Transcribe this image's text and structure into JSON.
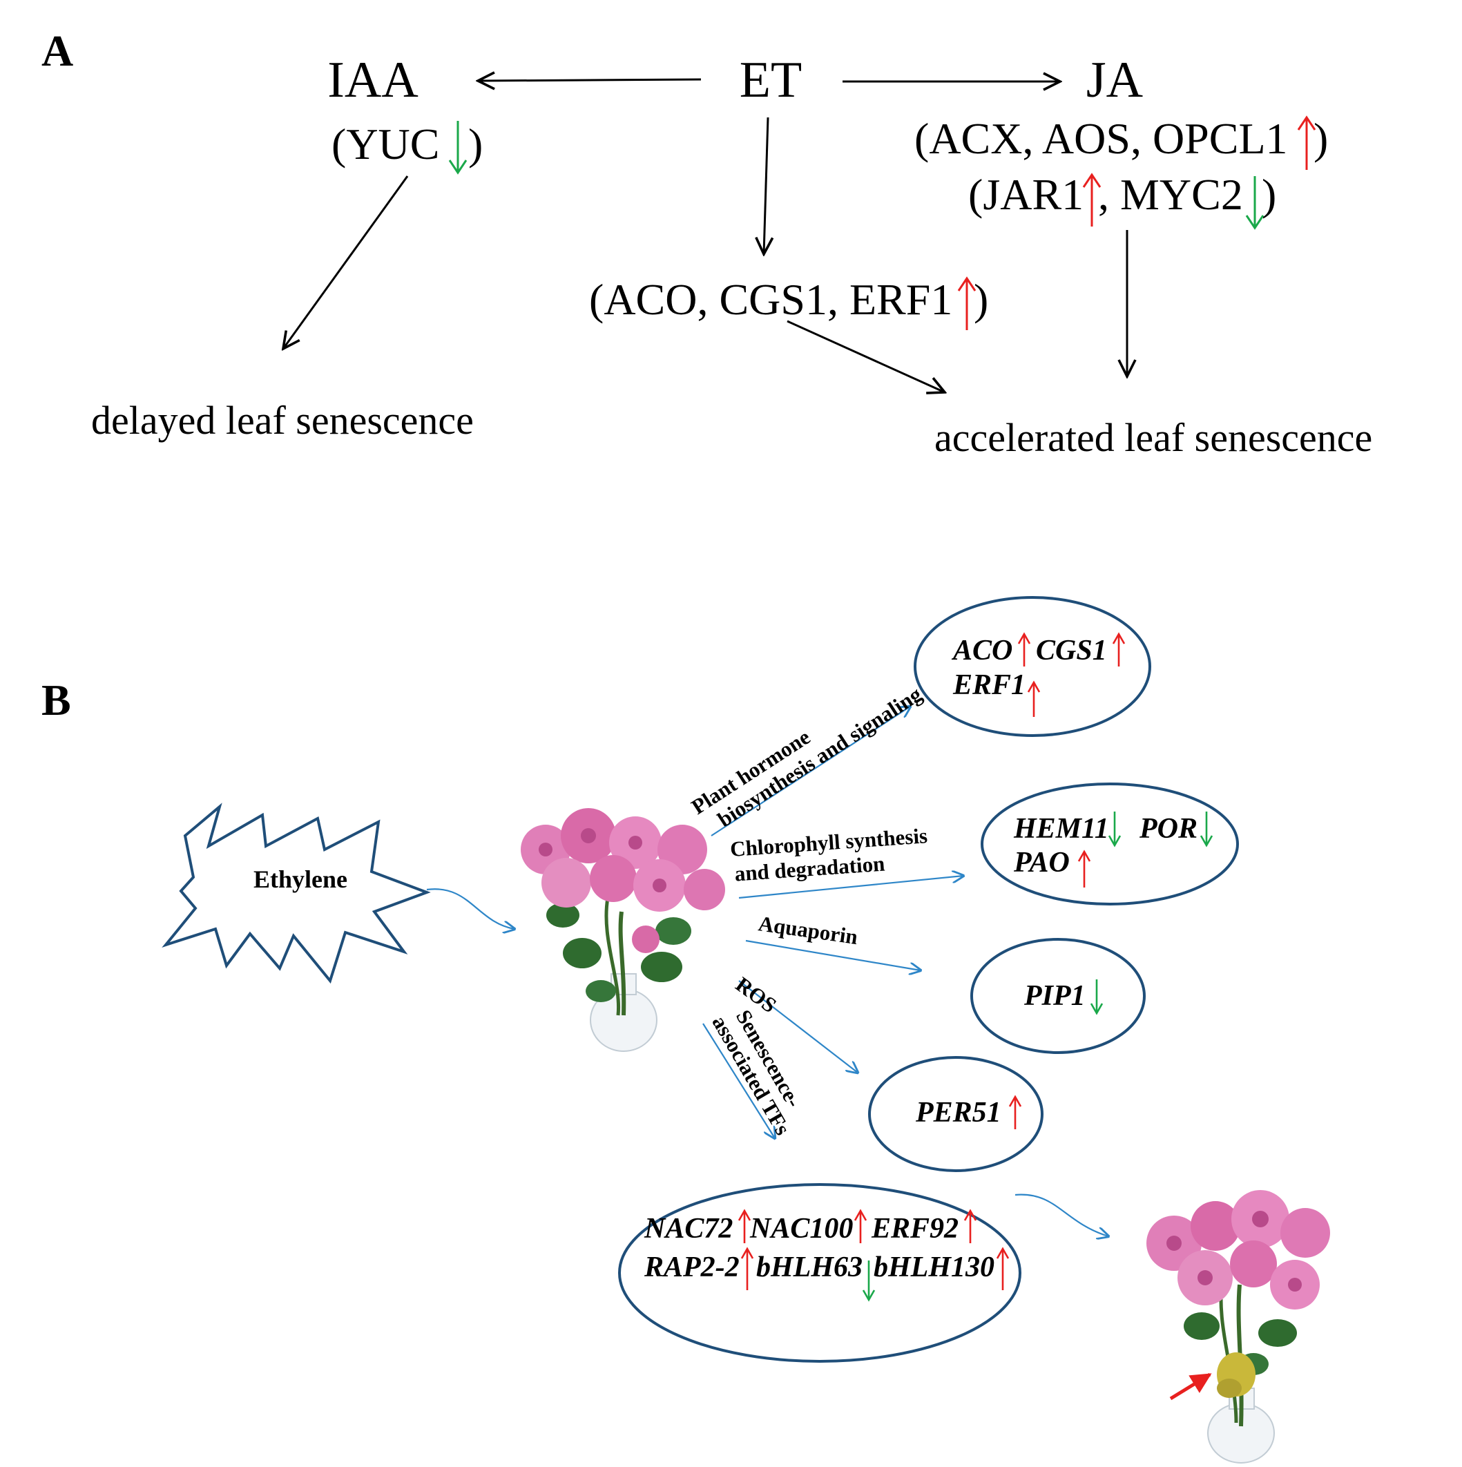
{
  "panel_a": {
    "label": "A",
    "hormones": {
      "iaa": "IAA",
      "et": "ET",
      "ja": "JA"
    },
    "iaa_genes": {
      "open": "(YUC",
      "close": ")"
    },
    "et_genes": {
      "open": "(ACO, CGS1, ERF1",
      "close": ")"
    },
    "ja_genes_line1": {
      "open": "(ACX, AOS, OPCL1",
      "close": ")"
    },
    "ja_genes_line2": {
      "part1": "(JAR1",
      "part2": ", MYC2",
      "close": ")"
    },
    "outcomes": {
      "delayed": "delayed leaf senescence",
      "accelerated": "accelerated leaf senescence"
    }
  },
  "panel_b": {
    "label": "B",
    "treatment": "Ethylene",
    "pathways": {
      "hormone_line1": "Plant hormone",
      "hormone_line2": "biosynthesis and signaling",
      "chlorophyll_line1": "Chlorophyll synthesis",
      "chlorophyll_line2": "and degradation",
      "aquaporin": "Aquaporin",
      "ros": "ROS",
      "tfs_line1": "Senescence-",
      "tfs_line2": "associated TFs"
    },
    "genes": {
      "aco": "ACO",
      "cgs1": "CGS1",
      "erf1": "ERF1",
      "hem11": "HEM11",
      "por": "POR",
      "pao": "PAO",
      "pip1": "PIP1",
      "per51": "PER51",
      "nac72": "NAC72",
      "nac100": "NAC100",
      "erf92": "ERF92",
      "rap22": "RAP2-2",
      "bhlh63": "bHLH63",
      "bhlh130": "bHLH130"
    }
  },
  "colors": {
    "up": "#e8201f",
    "down": "#1aa84a",
    "ellipse": "#1f4e79",
    "pathway_arrow": "#2e86c8",
    "flower": "#e07fb8",
    "leaf": "#2f6b2f",
    "yellow_leaf": "#c9b83a"
  }
}
